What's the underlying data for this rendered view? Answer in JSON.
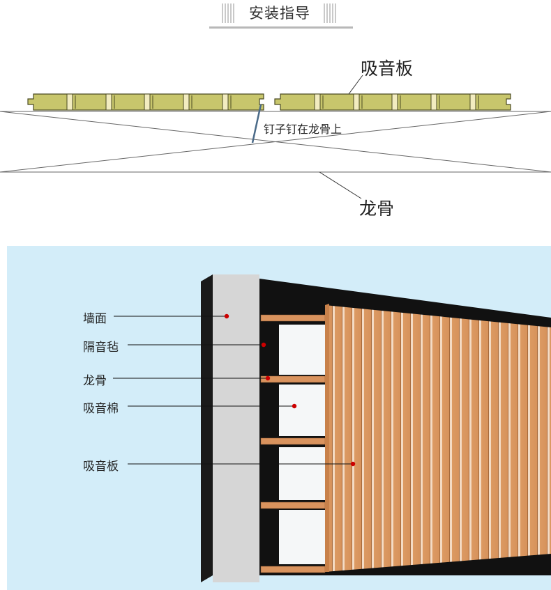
{
  "header": {
    "title": "安装指导"
  },
  "top_diagram": {
    "panel_label": "吸音板",
    "nail_label": "钉子钉在龙骨上",
    "joist_label": "龙骨",
    "colors": {
      "panel": "#c8c66c",
      "panel_edge": "#4a4a22",
      "groove": "#f2ecc0"
    }
  },
  "bottom_diagram": {
    "labels": {
      "wall": "墙面",
      "felt": "隔音毡",
      "joist": "龙骨",
      "cotton": "吸音棉",
      "panel": "吸音板"
    },
    "colors": {
      "background": "#d3edf9",
      "wall": "#d9d9d9",
      "felt": "#111111",
      "joist": "#d9935e",
      "wood": "#d9945d",
      "marker": "#cc0000"
    }
  }
}
